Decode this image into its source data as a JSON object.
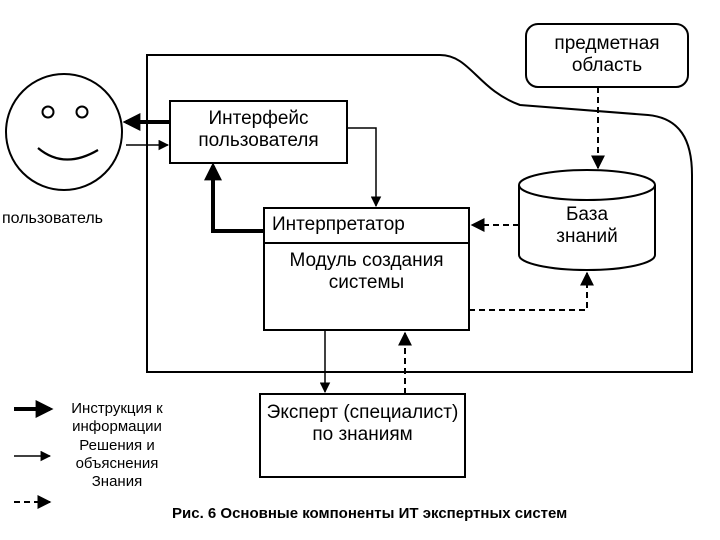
{
  "diagram": {
    "subject_area": "предметная область",
    "user_label": "пользователь",
    "interface_label": "Интерфейс пользователя",
    "interpreter_label": "Интерпретатор",
    "module_label": "Модуль создания системы",
    "kb_label": "База знаний",
    "expert_label": "Эксперт (специалист) по знаниям",
    "user_icon": "smiley-face-icon"
  },
  "legend": {
    "text_line1": "Инструкция к",
    "text_line2": "информации",
    "text_line3": "Решения и",
    "text_line4": "объяснения",
    "text_line5": "Знания",
    "items": [
      {
        "line_style": "thick-solid-arrow"
      },
      {
        "line_style": "thin-solid-arrow"
      },
      {
        "line_style": "dashed-arrow"
      }
    ]
  },
  "caption": "Рис. 6 Основные компоненты ИТ экспертных систем"
}
